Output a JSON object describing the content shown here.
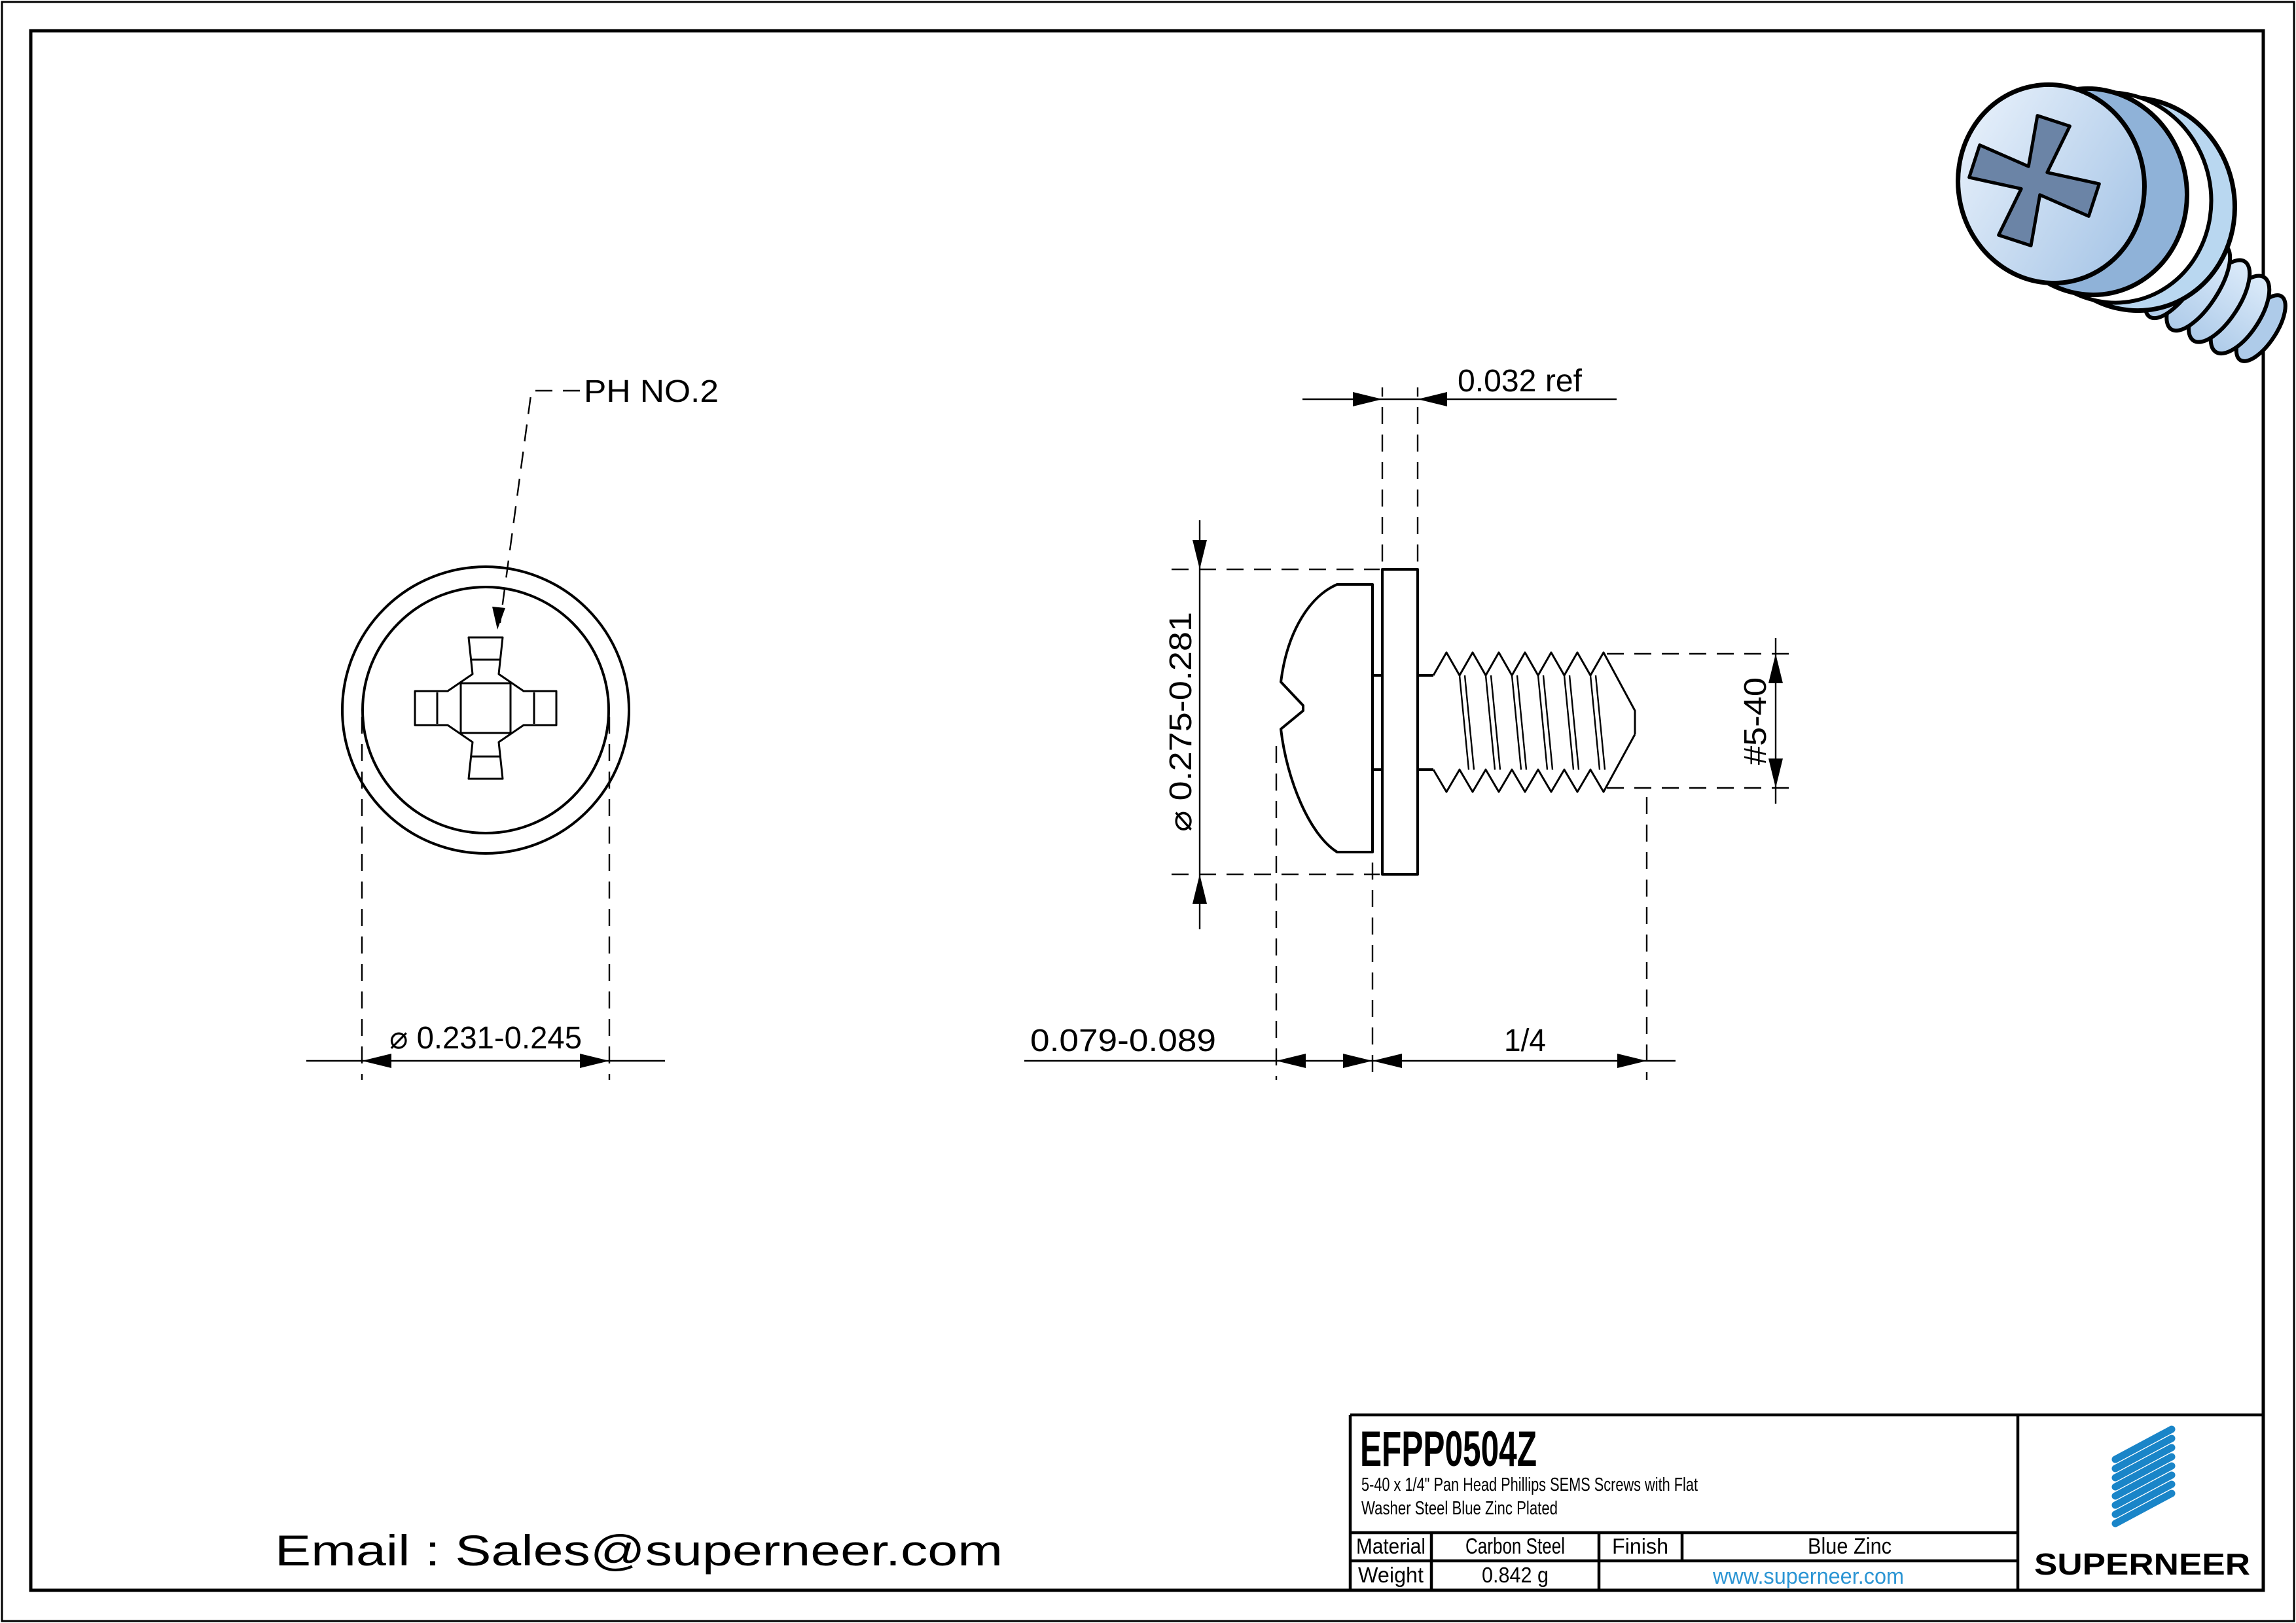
{
  "drawing": {
    "drive_label": "PH NO.2",
    "head_diameter": "⌀ 0.231-0.245",
    "washer_thickness": "0.032 ref",
    "washer_diameter": "⌀ 0.275-0.281",
    "thread_size": "#5-40",
    "head_height": "0.079-0.089",
    "thread_length": "1/4"
  },
  "contact": {
    "email": "Email : Sales@superneer.com"
  },
  "title_block": {
    "part_number": "EFPP0504Z",
    "description_line1": "5-40 x 1/4\" Pan Head Phillips SEMS Screws with Flat",
    "description_line2": "Washer Steel Blue Zinc Plated",
    "material_label": "Material",
    "material_value": "Carbon Steel",
    "finish_label": "Finish",
    "finish_value": "Blue Zinc",
    "weight_label": "Weight",
    "weight_value": "0.842 g",
    "website": "www.superneer.com"
  },
  "branding": {
    "logo_text": "SUPERNEER",
    "logo_color": "#1a85c8",
    "link_color": "#2b95d4"
  },
  "colors": {
    "screw_body": "#b9d7f0",
    "screw_highlight": "#edf4fc",
    "screw_shadow": "#9fc0e4",
    "recess": "#6b84a6",
    "outline": "#000000"
  }
}
